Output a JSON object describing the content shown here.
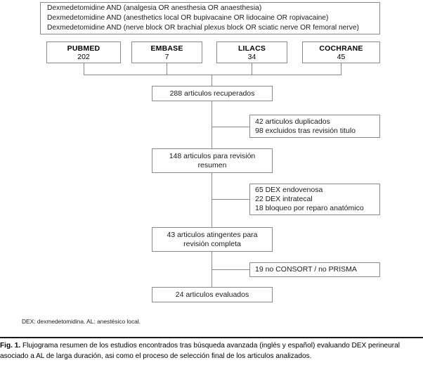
{
  "query_box": {
    "lines": [
      "Dexmedetomidine AND (analgesia OR anesthesia OR anaesthesia)",
      "Dexmedetomidine AND (anesthetics local OR bupivacaine OR lidocaine OR ropivacaine)",
      "Dexmedetomidine AND (nerve block OR brachial plexus block OR sciatic nerve OR femoral nerve)"
    ]
  },
  "databases": [
    {
      "name": "PUBMED",
      "count": "202"
    },
    {
      "name": "EMBASE",
      "count": "7"
    },
    {
      "name": "LILACS",
      "count": "34"
    },
    {
      "name": "COCHRANE",
      "count": "45"
    }
  ],
  "stages": [
    {
      "lines": [
        "288 articulos recuperados"
      ]
    },
    {
      "lines": [
        "148 articulos para revisión",
        "resumen"
      ]
    },
    {
      "lines": [
        "43 articulos atingentes para",
        "revisión completa"
      ]
    },
    {
      "lines": [
        "24 articulos evaluados"
      ]
    }
  ],
  "exclusions": [
    {
      "lines": [
        "42 articulos duplicados",
        "98 excluidos tras revisión titulo"
      ]
    },
    {
      "lines": [
        "65 DEX endovenosa",
        "22 DEX intratecal",
        "18 bloqueo por reparo anatómico"
      ]
    },
    {
      "lines": [
        "19 no CONSORT / no PRISMA"
      ]
    }
  ],
  "footnote": "DEX: dexmedetomidina. AL: anestésico local.",
  "caption": {
    "label": "Fig. 1.",
    "text": " Flujograma resumen de los estudios encontrados tras búsqueda avanzada (inglés y español) evaluando DEX perineural asociado a AL de larga duración, asi como el proceso de selección final de los articulos analizados."
  },
  "colors": {
    "box_border": "#8a8a8a",
    "text": "#1a1a1a",
    "rule": "#1a1a1a",
    "background": "#ffffff"
  }
}
